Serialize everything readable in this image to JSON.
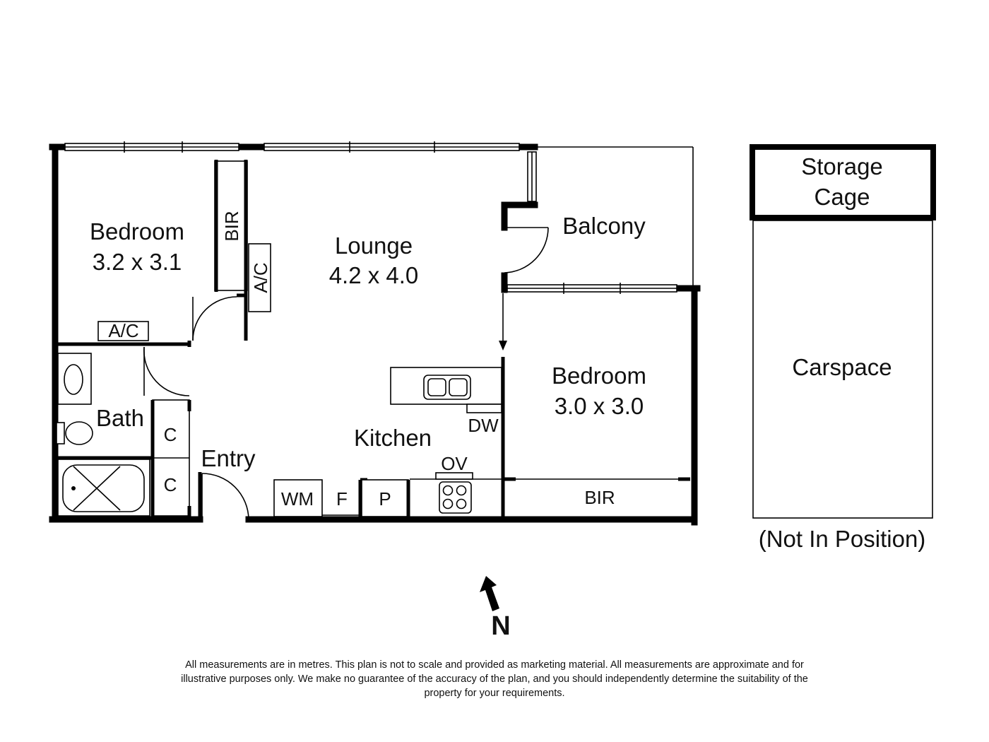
{
  "rooms": {
    "bedroom1": {
      "name": "Bedroom",
      "size": "3.2 x 3.1"
    },
    "lounge": {
      "name": "Lounge",
      "size": "4.2 x 4.0"
    },
    "balcony": {
      "name": "Balcony"
    },
    "bedroom2": {
      "name": "Bedroom",
      "size": "3.0 x 3.0"
    },
    "bath": {
      "name": "Bath"
    },
    "entry": {
      "name": "Entry"
    },
    "kitchen": {
      "name": "Kitchen"
    }
  },
  "fixtures": {
    "bir_bedroom1": "BIR",
    "ac_bedroom1": "A/C",
    "ac_lounge": "A/C",
    "linen_c1": "C",
    "linen_c2": "C",
    "washing_machine": "WM",
    "fridge": "F",
    "pantry": "P",
    "oven": "OV",
    "dishwasher": "DW",
    "bir_bedroom2": "BIR"
  },
  "outbuildings": {
    "storage": {
      "line1": "Storage",
      "line2": "Cage"
    },
    "carspace": "Carspace",
    "note": "(Not In Position)"
  },
  "compass": {
    "label": "N"
  },
  "disclaimer": "All measurements are in metres. This plan is not to scale and provided as marketing material. All measurements are approximate and for illustrative purposes only. We make no guarantee of the accuracy of the plan, and you should independently determine the suitability of the property for your requirements."
}
